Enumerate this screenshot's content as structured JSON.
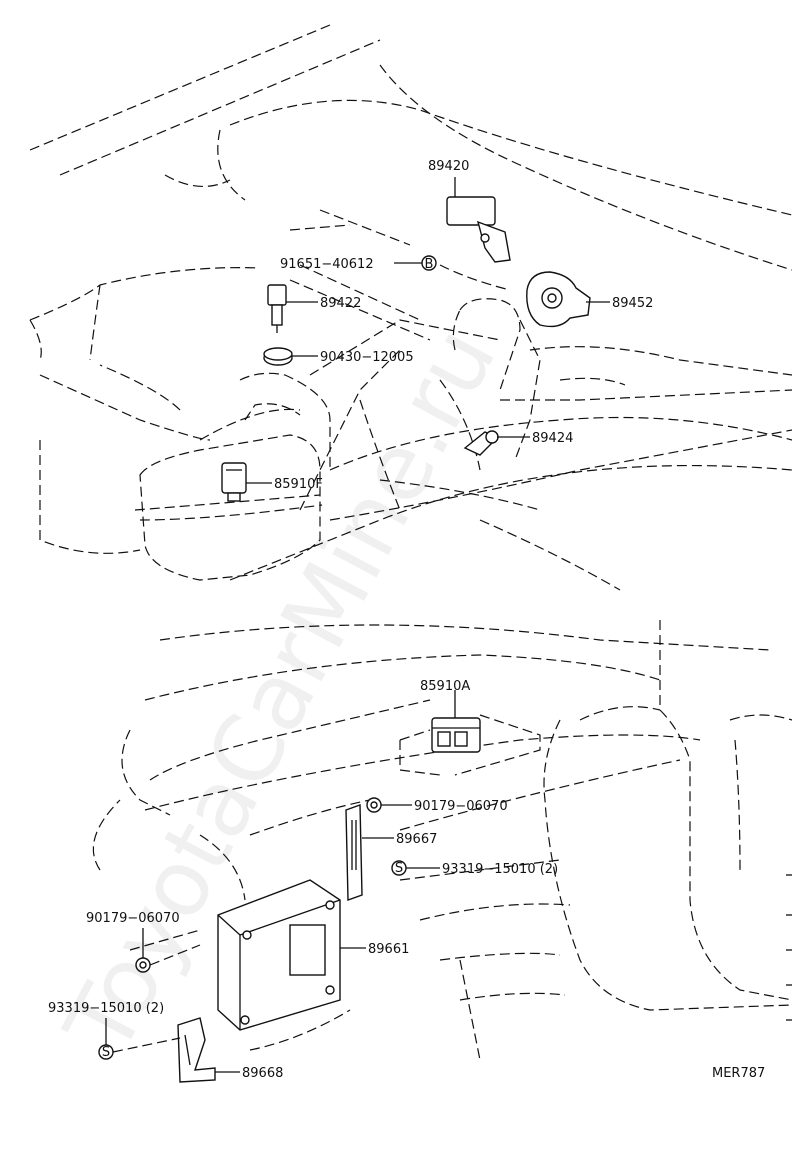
{
  "diagram_code": "MER787",
  "watermark": "ToyotaCarMine.ru",
  "symbols": {
    "B": "B",
    "S": "S"
  },
  "parts": {
    "p89420": "89420",
    "p91651": "91651−40612",
    "p89452": "89452",
    "p89422": "89422",
    "p90430": "90430−12005",
    "p89424": "89424",
    "p85910F": "85910F",
    "p85910A": "85910A",
    "p90179a": "90179−06070",
    "p89667": "89667",
    "p93319a": "93319−15010 (2)",
    "p90179b": "90179−06070",
    "p89661": "89661",
    "p93319b": "93319−15010 (2)",
    "p89668": "89668"
  }
}
